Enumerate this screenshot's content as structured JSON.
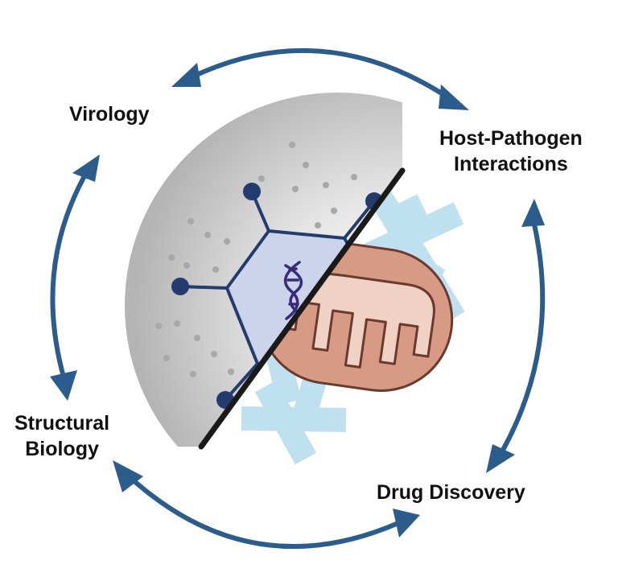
{
  "labels": {
    "virology": "Virology",
    "host_pathogen": [
      "Host-Pathogen",
      "Interactions"
    ],
    "structural_biology": [
      "Structural",
      "Biology"
    ],
    "drug_discovery": "Drug Discovery"
  },
  "colors": {
    "arrow": "#2c5c8c",
    "virus_outline": "#243b6e",
    "virus_fill": "#ccd4ec",
    "gray_halo": "#b8b8b8",
    "snowflake": "#bfe0ef",
    "mito_outer": "#d69a85",
    "mito_inner": "#f0d2c4",
    "dna": "#3a2a7a",
    "divider": "#1a1a1a"
  }
}
